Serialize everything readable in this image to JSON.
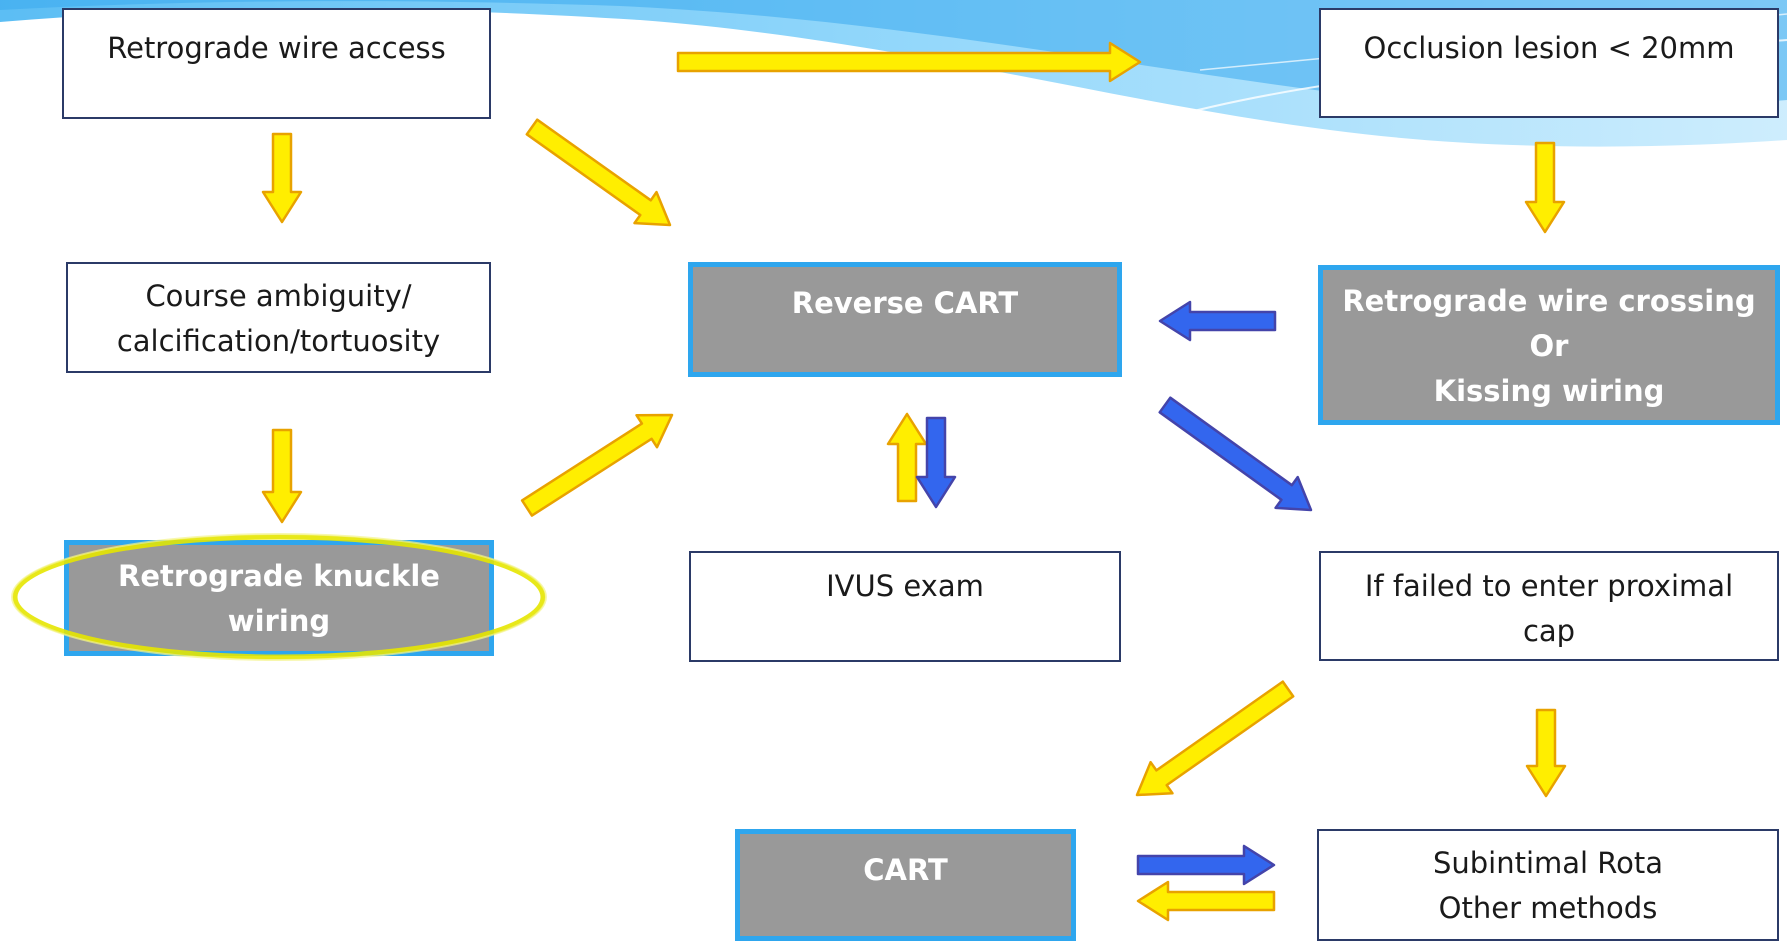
{
  "nodes": {
    "retro_access": [
      "Retrograde wire access"
    ],
    "occlusion": [
      "Occlusion lesion < 20mm"
    ],
    "course": [
      "Course ambiguity/",
      "calcification/tortuosity"
    ],
    "reverse_cart": [
      "Reverse CART"
    ],
    "retro_crossing": [
      "Retrograde wire crossing",
      "Or",
      "Kissing wiring"
    ],
    "knuckle": [
      "Retrograde knuckle",
      "wiring"
    ],
    "ivus": [
      "IVUS exam"
    ],
    "failed": [
      "If failed to enter proximal",
      "cap"
    ],
    "cart": [
      "CART"
    ],
    "subintimal": [
      "Subintimal Rota",
      "Other methods"
    ]
  },
  "arrows": [
    {
      "from": "retro_access",
      "to": "occlusion",
      "color": "yellow"
    },
    {
      "from": "retro_access",
      "to": "course",
      "color": "yellow"
    },
    {
      "from": "retro_access",
      "to": "reverse_cart",
      "color": "yellow"
    },
    {
      "from": "occlusion",
      "to": "retro_crossing",
      "color": "yellow"
    },
    {
      "from": "retro_crossing",
      "to": "reverse_cart",
      "color": "blue"
    },
    {
      "from": "course",
      "to": "knuckle",
      "color": "yellow"
    },
    {
      "from": "knuckle",
      "to": "reverse_cart",
      "color": "yellow"
    },
    {
      "from": "ivus",
      "to": "reverse_cart",
      "color": "yellow"
    },
    {
      "from": "reverse_cart",
      "to": "ivus",
      "color": "blue"
    },
    {
      "from": "reverse_cart",
      "to": "failed",
      "color": "blue"
    },
    {
      "from": "failed",
      "to": "cart",
      "color": "yellow"
    },
    {
      "from": "failed",
      "to": "subintimal",
      "color": "yellow"
    },
    {
      "from": "cart",
      "to": "subintimal",
      "color": "blue"
    },
    {
      "from": "subintimal",
      "to": "cart",
      "color": "yellow"
    }
  ],
  "colors": {
    "yellow_fill": "#ffee00",
    "yellow_edge": "#e8a200",
    "blue_fill": "#3366ee",
    "blue_edge": "#4444aa",
    "shaded_box": "#999999",
    "shaded_border": "#2ea6ee",
    "highlight_ellipse": "#e6e600"
  }
}
